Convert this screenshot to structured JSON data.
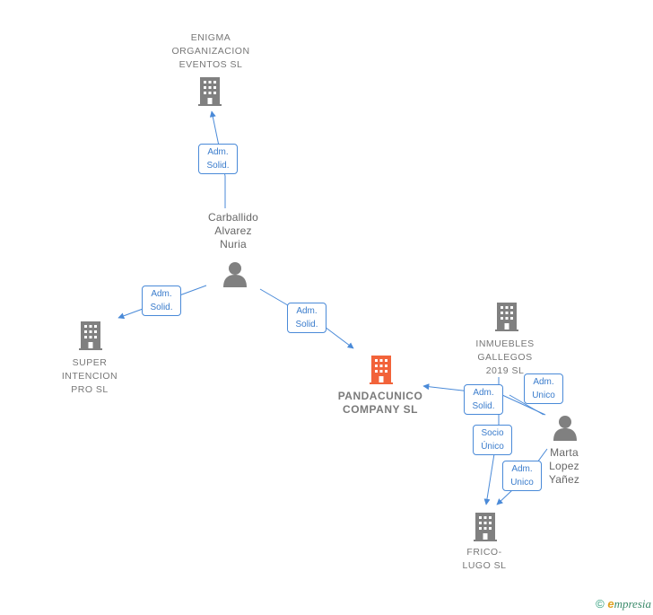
{
  "nodes": {
    "enigma": {
      "label": "ENIGMA\nORGANIZACION\nEVENTOS  SL",
      "type": "company"
    },
    "carballido": {
      "label": "Carballido\nAlvarez\nNuria",
      "type": "person"
    },
    "super": {
      "label": "SUPER\nINTENCION\nPRO  SL",
      "type": "company"
    },
    "pandacunico": {
      "label": "PANDACUNICO\nCOMPANY  SL",
      "type": "company-focus"
    },
    "inmuebles": {
      "label": "INMUEBLES\nGALLEGOS\n2019  SL",
      "type": "company"
    },
    "marta": {
      "label": "Marta\nLopez\nYañez",
      "type": "person"
    },
    "frico": {
      "label": "FRICO-\nLUGO  SL",
      "type": "company"
    }
  },
  "edges": {
    "e1": {
      "label": "Adm.\nSolid."
    },
    "e2": {
      "label": "Adm.\nSolid."
    },
    "e3": {
      "label": "Adm.\nSolid."
    },
    "e4": {
      "label": "Adm.\nSolid."
    },
    "e5": {
      "label": "Adm.\nUnico"
    },
    "e6": {
      "label": "Socio\nÚnico"
    },
    "e7": {
      "label": "Adm.\nUnico"
    }
  },
  "colors": {
    "company": "#808080",
    "focus": "#f2633a",
    "person": "#808080",
    "edge": "#4a8ad8"
  },
  "footer": {
    "copyright": "©",
    "brand_initial": "e",
    "brand_rest": "mpresia"
  }
}
